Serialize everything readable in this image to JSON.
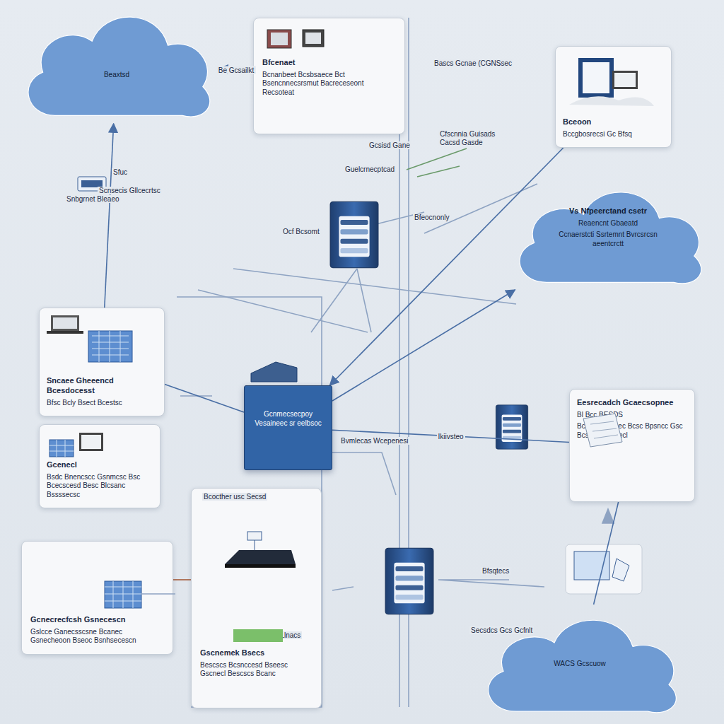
{
  "diagram": {
    "nodes": [
      {
        "text": [
          "Beaxtsd"
        ]
      },
      {
        "text": [
          "Bfcenaet",
          "Bcnanbeet Bcsbsaece Bct Bsencnnecsrsmut Bacreceseont Recsoteat"
        ]
      },
      {
        "text": [
          "Bceoon",
          "Bccgbosrecsi Gc Bfsq"
        ]
      },
      {
        "text": [
          "Vs Nfpeerctand csetr",
          "Reaencnt Gbaeatd",
          "Ccnaerstcti Ssrtemnt Bvrcsrcsn aeentcrctt"
        ]
      },
      {
        "text": [
          "Sncaee Gheeencd Bcesdocesst",
          "Bfsc Bcly Bsect Bcestsc"
        ]
      },
      {
        "text": [
          "Gcenecl",
          "Bsdc Bnencscc Gsnmcsc Bsc Bcecscesd Besc Blcsanc Bssssecsc"
        ]
      },
      {
        "text": [
          "Gcnecrecfcsh Gsnecescn",
          "Gslcce Ganecsscsne Bcanec Gsnecheoon Bseoc Bsnhsecescn"
        ]
      },
      {
        "text": [
          "Gcnmecsecpoy Vesaineec sr eelbsoc"
        ]
      },
      {
        "text": [
          "Eesrecadch Gcaecsopnee",
          "Bl Bcc BESDS",
          "Bcsc Gcesnsec Bcsc Bpsncc Gsc Bcsscsc Bfscecl"
        ]
      },
      {
        "text": [
          "Gscnemek Bsecs",
          "Bescscs Bcsnccesd Bseesc Gscnecl Bescscs Bcanc"
        ]
      },
      {
        "text": [
          "WACS Gcscuow"
        ]
      }
    ],
    "edges": [
      {
        "from": 4,
        "to": 0,
        "arrow": "to"
      },
      {
        "from": 1,
        "to": 0,
        "arrow": "to",
        "label": "Be Gcsailkt"
      },
      {
        "from": 2,
        "to": 7,
        "arrow": "to"
      },
      {
        "from": 7,
        "to": 3,
        "arrow": "to"
      },
      {
        "from": 7,
        "to": 4,
        "arrow": "none"
      },
      {
        "from": 7,
        "to": 8,
        "arrow": "none",
        "label": "Ikiivsteo"
      },
      {
        "from": 8,
        "to": 10,
        "arrow": "none"
      }
    ],
    "labels": [
      "Bascs Gcnae (CGNSsec",
      "Gcsisd Gane",
      "Cfscnnia Guisads",
      "Cacsd Gasde",
      "Guelcrnecptcad",
      "Bfeocnonly",
      "Ocf Bcsomt",
      "Sfuc",
      "Scnsecis Gllcecrtsc",
      "Snbgrnet Bleaeo",
      "Bvmlecas Wcepenesi",
      "Bcocther usc Secsd",
      "Bfsqtecs",
      "Secsdcs Gcs Gcfnlt",
      "Sfsmgrsc Llnacs"
    ]
  }
}
